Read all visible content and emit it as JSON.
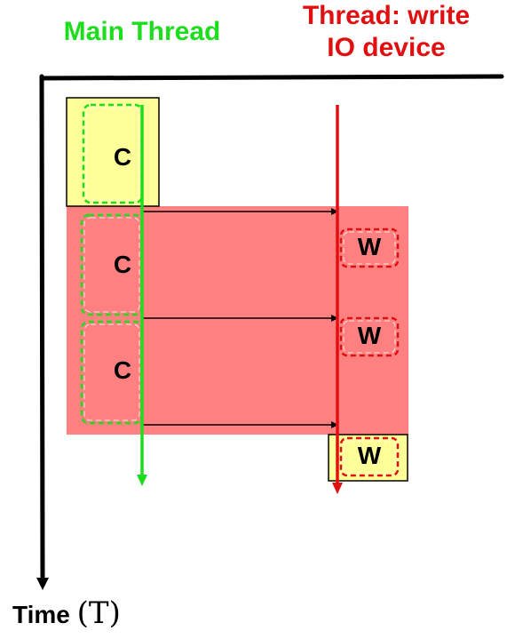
{
  "main_thread": {
    "title": "Main Thread",
    "color": "#1cde1c"
  },
  "io_thread": {
    "title_lines": [
      "Thread: write",
      "IO device"
    ],
    "color": "#e01010"
  },
  "time_axis": {
    "label": "Time",
    "symbol": "(T)"
  },
  "colors": {
    "overlap_region": "#ff8080",
    "idle_region": "#ffff99",
    "axis": "#000000"
  },
  "tasks": {
    "compute": [
      {
        "label": "C",
        "phase": "sequential"
      },
      {
        "label": "C",
        "phase": "overlapped"
      },
      {
        "label": "C",
        "phase": "overlapped"
      }
    ],
    "write": [
      {
        "label": "W",
        "phase": "overlapped"
      },
      {
        "label": "W",
        "phase": "overlapped"
      },
      {
        "label": "W",
        "phase": "sequential"
      }
    ]
  }
}
